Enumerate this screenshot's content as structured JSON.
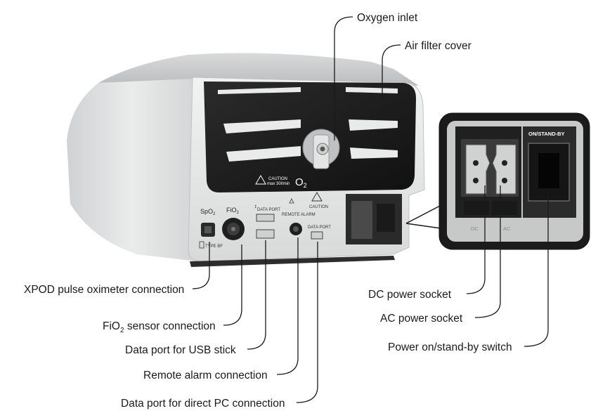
{
  "callouts": {
    "oxygen_inlet": "Oxygen inlet",
    "air_filter_cover": "Air filter cover",
    "xpod": "XPOD pulse oximeter connection",
    "fio2_pre": "FiO",
    "fio2_sub": "2",
    "fio2_post": " sensor connection",
    "usb_stick": "Data port for USB stick",
    "remote_alarm": "Remote alarm connection",
    "pc_port": "Data port for direct PC connection",
    "dc_socket": "DC power socket",
    "ac_socket": "AC power socket",
    "power_switch": "Power on/stand-by switch"
  },
  "device": {
    "caution": "CAUTION",
    "max_flow": "max 30l/min",
    "o2": "O",
    "o2_sub": "2",
    "spo2": "SpO",
    "spo2_sub": "2",
    "fio2": "FiO",
    "fio2_sub": "2",
    "data_port": "DATA PORT",
    "remote_alarm": "REMOTE ALARM",
    "caution_small": "CAUTION",
    "data_port_2": "DATA PORT",
    "type_bf": "TYPE BF",
    "on_standby": "ON/STAND-BY",
    "dc": "DC",
    "ac": "AC"
  },
  "colors": {
    "housing": "#e2e4e4",
    "panel": "#1c1c1c",
    "port": "#2a2a2a"
  }
}
